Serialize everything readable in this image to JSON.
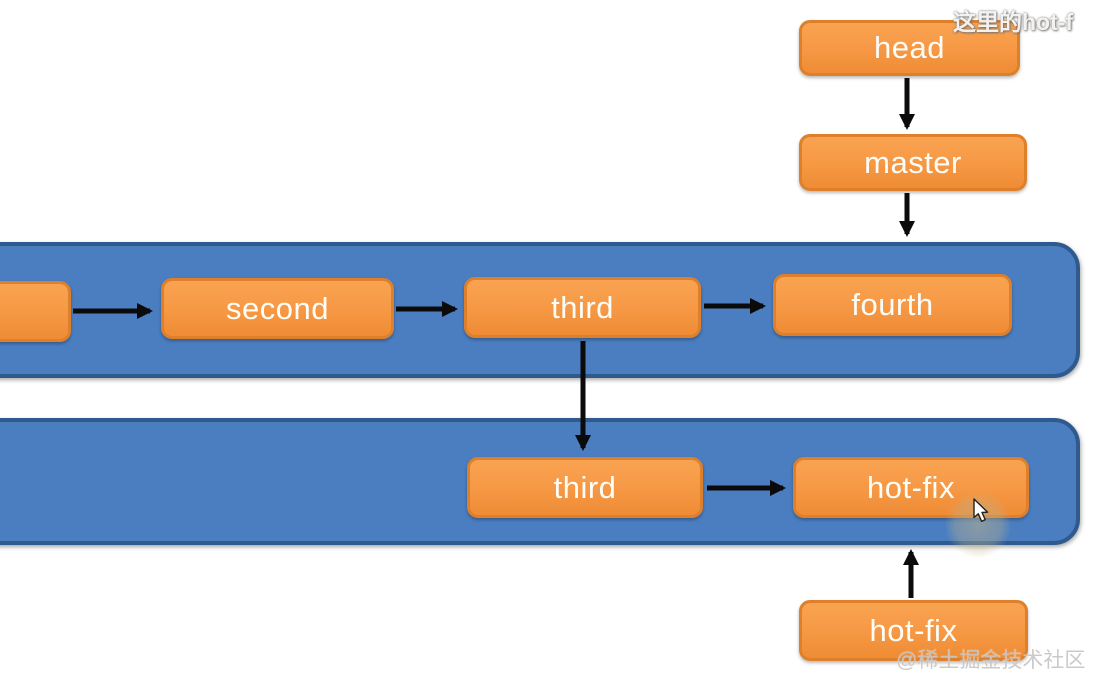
{
  "colors": {
    "background": "#ffffff",
    "node_fill": "#f79a47",
    "node_fill_dark": "#ef8c35",
    "node_border": "#de7f2b",
    "node_text": "#fdfdf8",
    "lane_fill": "#4a7ec1",
    "lane_border": "#2f5a8e",
    "arrow": "#0b0b0b"
  },
  "overlay": {
    "caption_top_right": "这里的hot-f",
    "watermark": "@稀土掘金技术社区"
  },
  "nodes": {
    "head": "head",
    "master": "master",
    "second": "second",
    "third_main": "third",
    "fourth": "fourth",
    "third_hotfix": "third",
    "hotfix_lane": "hot-fix",
    "hotfix_detached": "hot-fix"
  }
}
